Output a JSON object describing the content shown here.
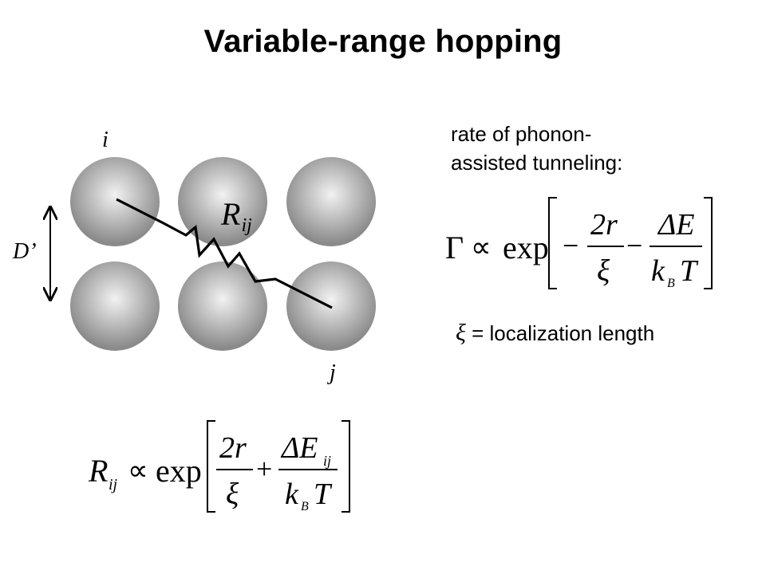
{
  "title": "Variable-range hopping",
  "diagram": {
    "label_i": "i",
    "label_j": "j",
    "label_d": "D’",
    "label_r_base": "R",
    "label_r_sub": "ij",
    "sphere_fill_center": "#f2f2f2",
    "sphere_fill_edge": "#8a8a8a"
  },
  "rate_text": {
    "line1": "rate of phonon-",
    "line2": "assisted tunneling:"
  },
  "xi_text": {
    "symbol": "ξ",
    "text": "= localization length"
  },
  "formula_rate": {
    "lhs": "Γ",
    "prop": "∝",
    "func": "exp",
    "minus1": "−",
    "num1": "2r",
    "den1": "ξ",
    "minus2": "−",
    "num2": "ΔE",
    "den2_k": "k",
    "den2_b": "B",
    "den2_t": "T"
  },
  "formula_resistance": {
    "lhs_base": "R",
    "lhs_sub": "ij",
    "prop": "∝",
    "func": "exp",
    "num1": "2r",
    "den1": "ξ",
    "plus": "+",
    "num2_base": "ΔE",
    "num2_sub": "ij",
    "den2_k": "k",
    "den2_b": "B",
    "den2_t": "T"
  }
}
